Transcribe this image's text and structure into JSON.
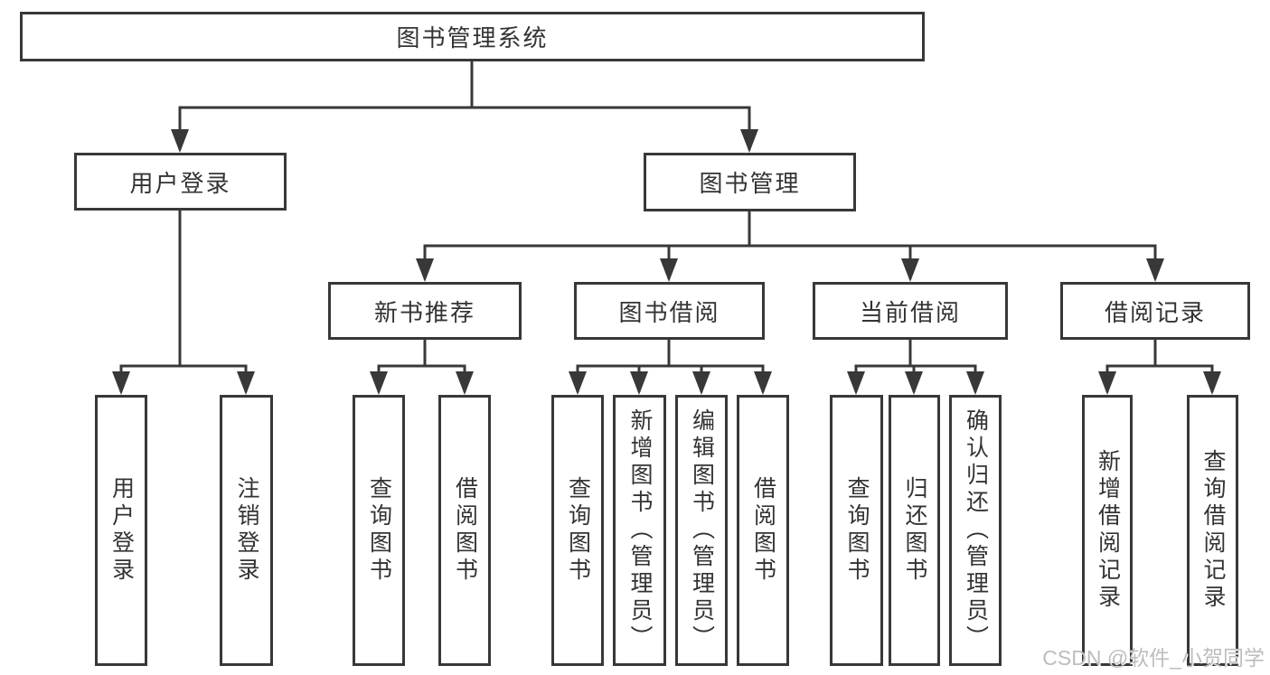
{
  "tree": {
    "label": "图书管理系统",
    "children": [
      {
        "label": "用户登录",
        "children": [
          {
            "label": "用户登录"
          },
          {
            "label": "注销登录"
          }
        ]
      },
      {
        "label": "图书管理",
        "children": [
          {
            "label": "新书推荐",
            "children": [
              {
                "label": "查询图书"
              },
              {
                "label": "借阅图书"
              }
            ]
          },
          {
            "label": "图书借阅",
            "children": [
              {
                "label": "查询图书"
              },
              {
                "label": "新增图书（管理员）"
              },
              {
                "label": "编辑图书（管理员）"
              },
              {
                "label": "借阅图书"
              }
            ]
          },
          {
            "label": "当前借阅",
            "children": [
              {
                "label": "查询图书"
              },
              {
                "label": "归还图书"
              },
              {
                "label": "确认归还（管理员）"
              }
            ]
          },
          {
            "label": "借阅记录",
            "children": [
              {
                "label": "新增借阅记录"
              },
              {
                "label": "查询借阅记录"
              }
            ]
          }
        ]
      }
    ]
  },
  "watermark": {
    "text": "CSDN @软件_小贺同学"
  },
  "colors": {
    "line": "#383838",
    "border": "#383838",
    "text": "#333333",
    "watermark": "#bdbdbd",
    "background": "#ffffff"
  }
}
